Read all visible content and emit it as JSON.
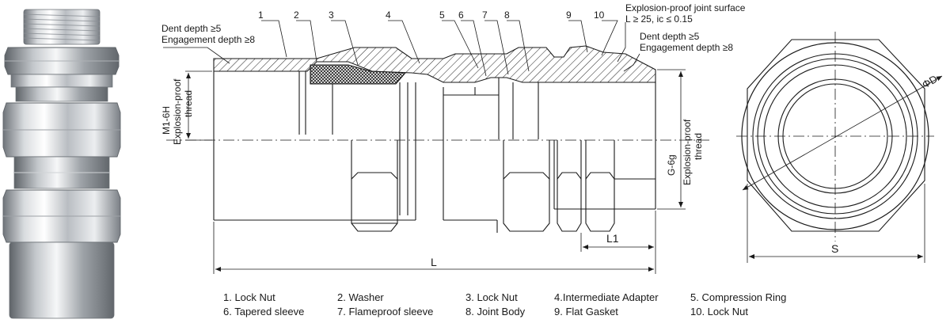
{
  "colors": {
    "ink": "#1a1a1a",
    "hatch": "#333333",
    "metal_light": "#eef0f2",
    "metal_dark": "#7d8187"
  },
  "part_numbers": [
    "1",
    "2",
    "3",
    "4",
    "5",
    "6",
    "7",
    "8",
    "9",
    "10"
  ],
  "annotations": {
    "dent_left": "Dent depth ≥5",
    "engagement_left": "Engagement depth ≥8",
    "joint_surface_title": "Explosion-proof joint surface",
    "joint_surface_spec": "L ≥ 25, ic ≤ 0.15",
    "dent_right": "Dent depth ≥5",
    "engagement_right": "Engagement depth ≥8",
    "thread_left_code": "M1-6H",
    "thread_left_name": "Explosion-proof",
    "thread_left_word": "thread",
    "thread_right_code": "G-6g",
    "thread_right_name": "Explosion-proof",
    "thread_right_word": "thread"
  },
  "dimensions": {
    "overall_length": "L",
    "thread_length": "L1",
    "diameter": "ΦD",
    "across_flats": "S"
  },
  "legend": [
    "1. Lock Nut",
    "2. Washer",
    "3. Lock Nut",
    "4.Intermediate Adapter",
    "5. Compression Ring",
    "6. Tapered sleeve",
    "7. Flameproof sleeve",
    "8. Joint Body",
    "9. Flat Gasket",
    "10. Lock Nut"
  ]
}
